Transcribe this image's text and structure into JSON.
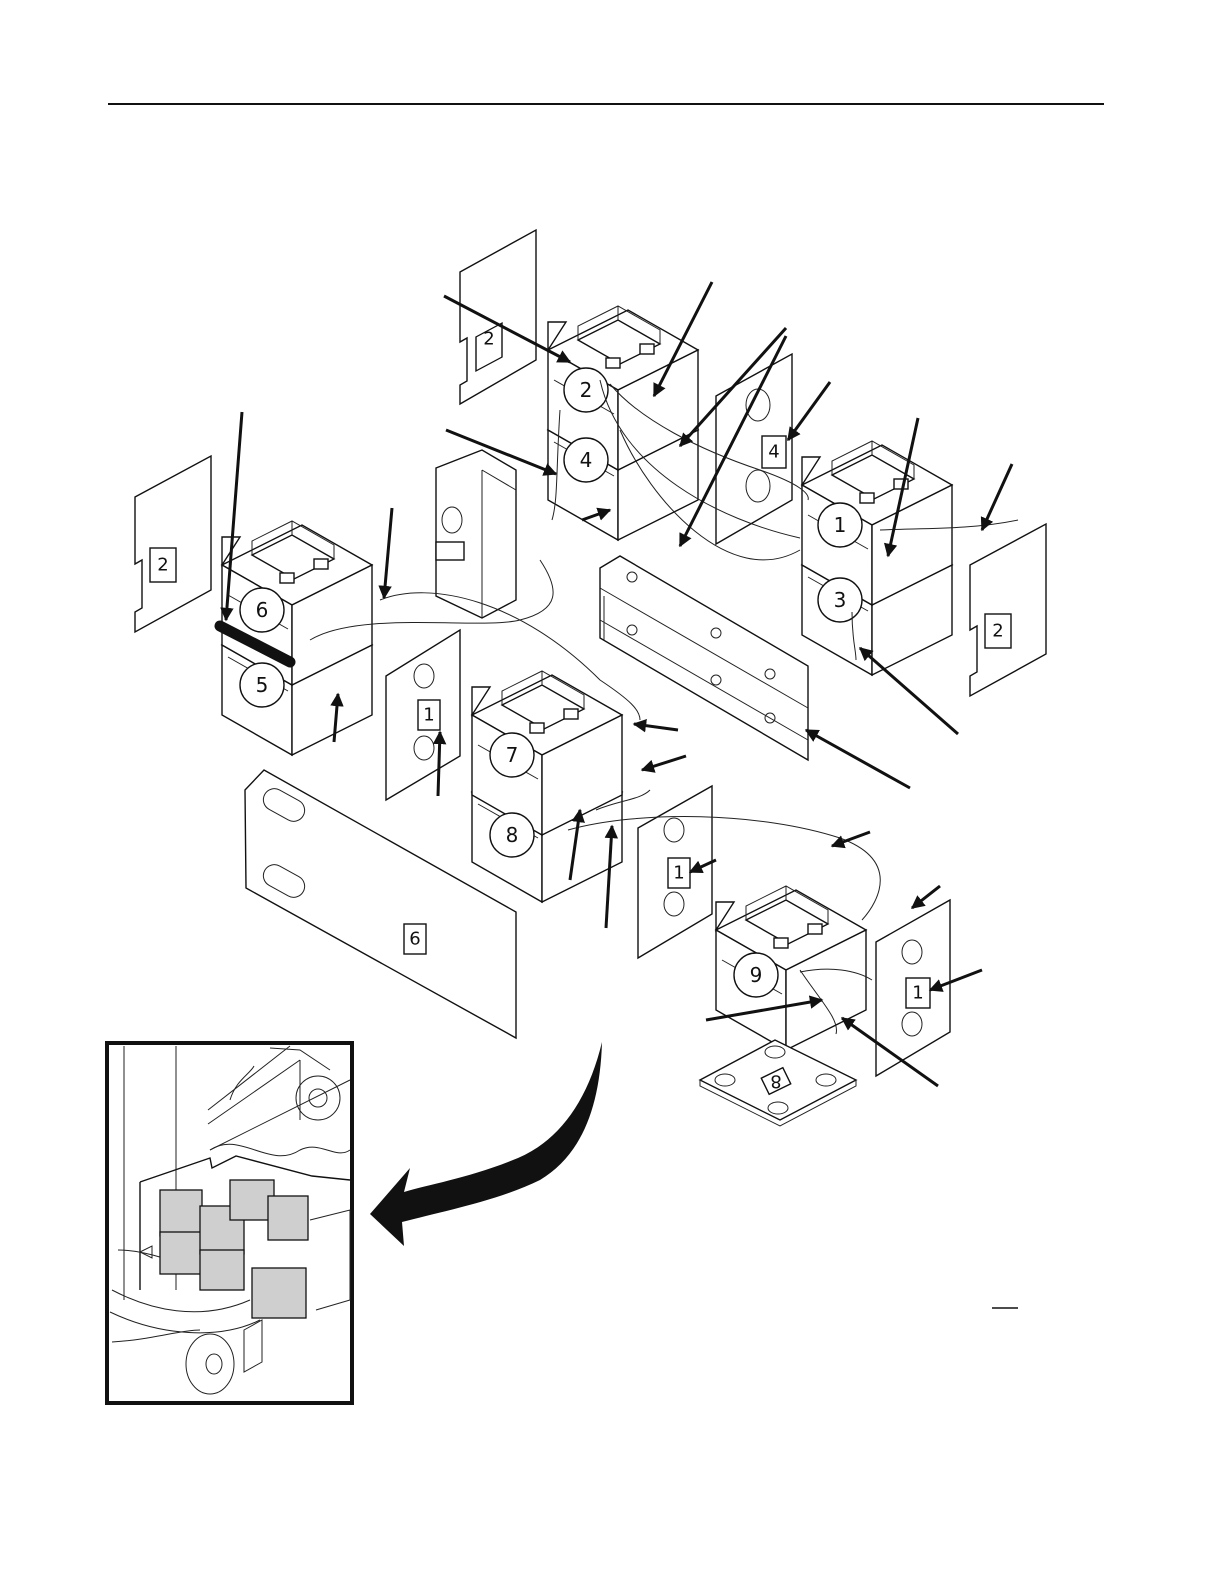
{
  "figure": {
    "batteries": [
      {
        "id": "battery-1",
        "label": "1"
      },
      {
        "id": "battery-2",
        "label": "2"
      },
      {
        "id": "battery-3",
        "label": "3"
      },
      {
        "id": "battery-4",
        "label": "4"
      },
      {
        "id": "battery-5",
        "label": "5"
      },
      {
        "id": "battery-6",
        "label": "6"
      },
      {
        "id": "battery-7",
        "label": "7"
      },
      {
        "id": "battery-8",
        "label": "8"
      },
      {
        "id": "battery-9",
        "label": "9"
      }
    ],
    "panel_tags": [
      {
        "id": "top-left-panel",
        "label": "2"
      },
      {
        "id": "left-panel",
        "label": "2"
      },
      {
        "id": "right-panel",
        "label": "2"
      },
      {
        "id": "center-panel",
        "label": "4"
      },
      {
        "id": "spacer-panel-a",
        "label": "1"
      },
      {
        "id": "spacer-panel-b",
        "label": "1"
      },
      {
        "id": "spacer-panel-c",
        "label": "1"
      },
      {
        "id": "front-panel",
        "label": "6"
      },
      {
        "id": "base-pad",
        "label": "8"
      }
    ]
  }
}
